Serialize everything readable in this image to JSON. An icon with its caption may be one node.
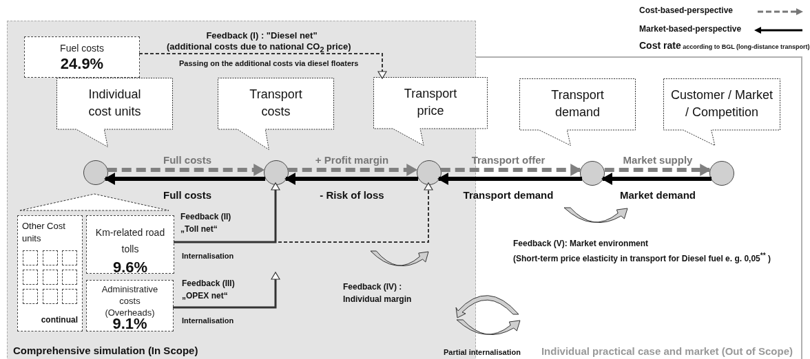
{
  "diagram": {
    "nodes": [
      {
        "text": [
          "Comprehensive simulation (In Scope)"
        ]
      },
      {
        "text": [
          "Individual practical case and market (Out of Scope)"
        ]
      },
      {
        "text": [
          "Fuel costs",
          "24.9%"
        ],
        "in": 0
      },
      {
        "text": [
          "Individual cost units"
        ],
        "in": 0
      },
      {
        "text": [
          "Transport costs"
        ],
        "in": 0
      },
      {
        "text": [
          "Transport price"
        ]
      },
      {
        "text": [
          "Transport demand"
        ],
        "in": 1
      },
      {
        "text": [
          "Customer / Market / Competition"
        ],
        "in": 1
      },
      {
        "text": [],
        "shape": "circle",
        "in": 0
      },
      {
        "text": [],
        "shape": "circle",
        "in": 0
      },
      {
        "text": [],
        "shape": "circle",
        "in": 0
      },
      {
        "text": [],
        "shape": "circle",
        "in": 1
      },
      {
        "text": [],
        "shape": "circle",
        "in": 1
      },
      {
        "text": [
          "Other Cost units",
          "continual"
        ],
        "in": 0
      },
      {
        "text": [],
        "shape": "box",
        "in": 13
      },
      {
        "text": [],
        "shape": "box",
        "in": 13
      },
      {
        "text": [],
        "shape": "box",
        "in": 13
      },
      {
        "text": [],
        "shape": "box",
        "in": 13
      },
      {
        "text": [],
        "shape": "box",
        "in": 13
      },
      {
        "text": [],
        "shape": "box",
        "in": 13
      },
      {
        "text": [],
        "shape": "box",
        "in": 13
      },
      {
        "text": [],
        "shape": "box",
        "in": 13
      },
      {
        "text": [],
        "shape": "box",
        "in": 13
      },
      {
        "text": [
          "Km-related road tolls",
          "9.6%"
        ],
        "in": 0
      },
      {
        "text": [
          "Administrative costs (Overheads)",
          "9.1%"
        ],
        "in": 0
      },
      {
        "text": [],
        "shape": "triangle",
        "in": 0
      }
    ],
    "edges": [
      {
        "from": 8,
        "to": 9,
        "arrow": "to",
        "label": "Full costs",
        "style": "dashed",
        "color": "#808080"
      },
      {
        "from": 9,
        "to": 10,
        "arrow": "to",
        "label": "+ Profit margin",
        "style": "dashed",
        "color": "#808080"
      },
      {
        "from": 10,
        "to": 11,
        "arrow": "to",
        "label": "Transport offer",
        "style": "dashed",
        "color": "#808080"
      },
      {
        "from": 11,
        "to": 12,
        "arrow": "to",
        "label": "Market supply",
        "style": "dashed",
        "color": "#808080"
      },
      {
        "from": 9,
        "to": 8,
        "arrow": "to",
        "label": "Full costs",
        "color": "#000000"
      },
      {
        "from": 10,
        "to": 9,
        "arrow": "to",
        "label": "- Risk of loss",
        "color": "#000000"
      },
      {
        "from": 11,
        "to": 10,
        "arrow": "to",
        "label": "Transport demand",
        "color": "#000000"
      },
      {
        "from": 12,
        "to": 11,
        "arrow": "to",
        "label": "Market demand",
        "color": "#000000"
      },
      {
        "from": 2,
        "to": 5,
        "arrow": "to",
        "label": "Feedback (I) : \"Diesel net\"",
        "style": "dashed"
      },
      {
        "from": 23,
        "to": 9,
        "arrow": "to",
        "label": "Feedback (II) „Toll net“"
      },
      {
        "from": 23,
        "to": 10,
        "arrow": "to",
        "style": "dashed"
      },
      {
        "from": 24,
        "to": null,
        "arrow": "to",
        "label": "Feedback (III) „OPEX net“"
      }
    ],
    "labels": [
      "(additional costs due to national CO$_{2}$ price)",
      "Passing on the additional costs via diesel floaters",
      "**Cost rate** according to BGL (long-distance transport)",
      "Internalisation",
      "Internalisation",
      "Feedback (IV) : Individual margin",
      "Feedback (V): Market environment",
      "(Short-term price elasticity in transport for Diesel fuel e. g. 0,05$^{**}$ )",
      "Partial internalisation"
    ],
    "legend": [
      {
        "text": "Cost-based-perspective"
      },
      {
        "text": "Market-based-perspective"
      }
    ]
  }
}
